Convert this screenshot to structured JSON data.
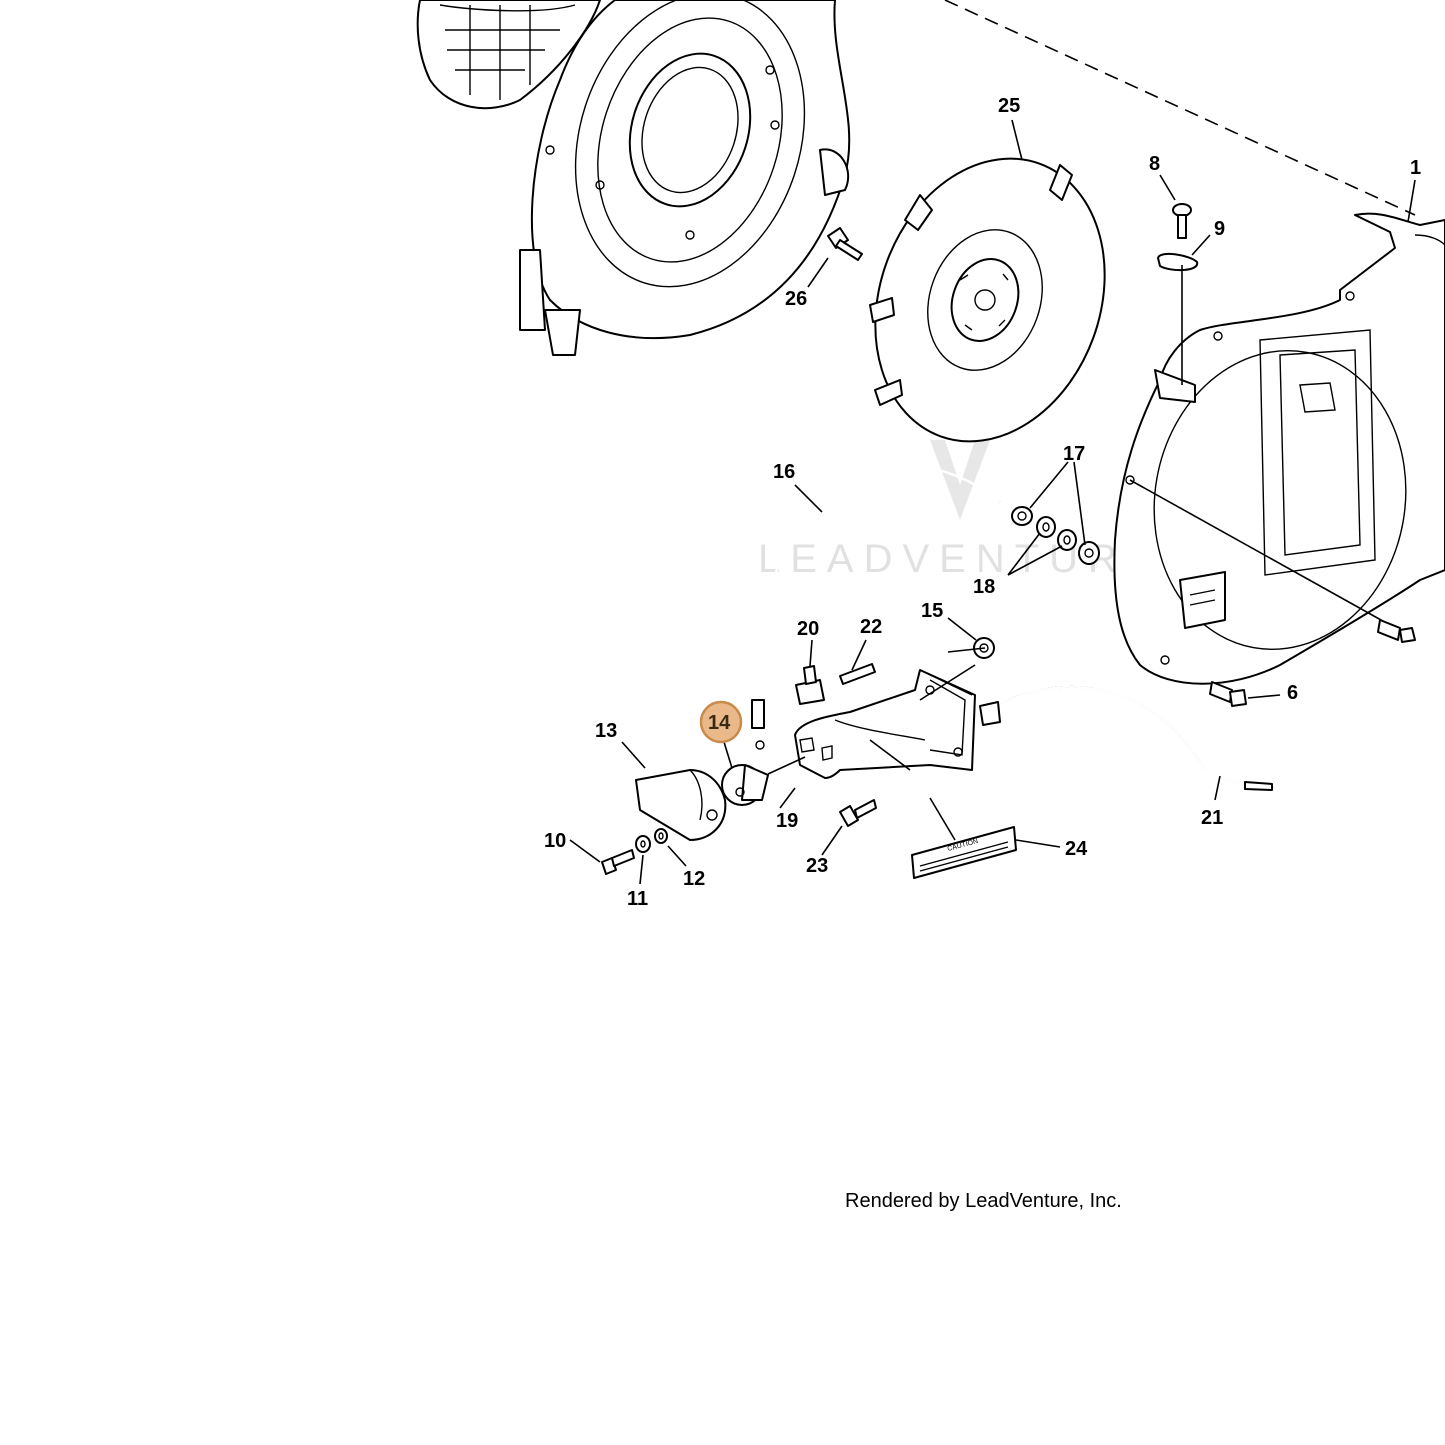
{
  "diagram": {
    "callouts": [
      {
        "id": "25",
        "text": "25"
      },
      {
        "id": "8",
        "text": "8"
      },
      {
        "id": "1",
        "text": "1"
      },
      {
        "id": "9",
        "text": "9"
      },
      {
        "id": "26",
        "text": "26"
      },
      {
        "id": "16",
        "text": "16"
      },
      {
        "id": "17",
        "text": "17"
      },
      {
        "id": "18",
        "text": "18"
      },
      {
        "id": "15",
        "text": "15"
      },
      {
        "id": "20",
        "text": "20"
      },
      {
        "id": "22",
        "text": "22"
      },
      {
        "id": "6",
        "text": "6"
      },
      {
        "id": "13",
        "text": "13"
      },
      {
        "id": "14",
        "text": "14",
        "highlighted": true
      },
      {
        "id": "19",
        "text": "19"
      },
      {
        "id": "21",
        "text": "21"
      },
      {
        "id": "10",
        "text": "10"
      },
      {
        "id": "23",
        "text": "23"
      },
      {
        "id": "24",
        "text": "24"
      },
      {
        "id": "12",
        "text": "12"
      },
      {
        "id": "11",
        "text": "11"
      }
    ],
    "decal_caution": "CAUTION",
    "watermark": "LEADVENTURE",
    "footer": "Rendered by LeadVenture, Inc.",
    "highlight_color": "#e9b98a",
    "highlight_border": "#c98a4b"
  }
}
